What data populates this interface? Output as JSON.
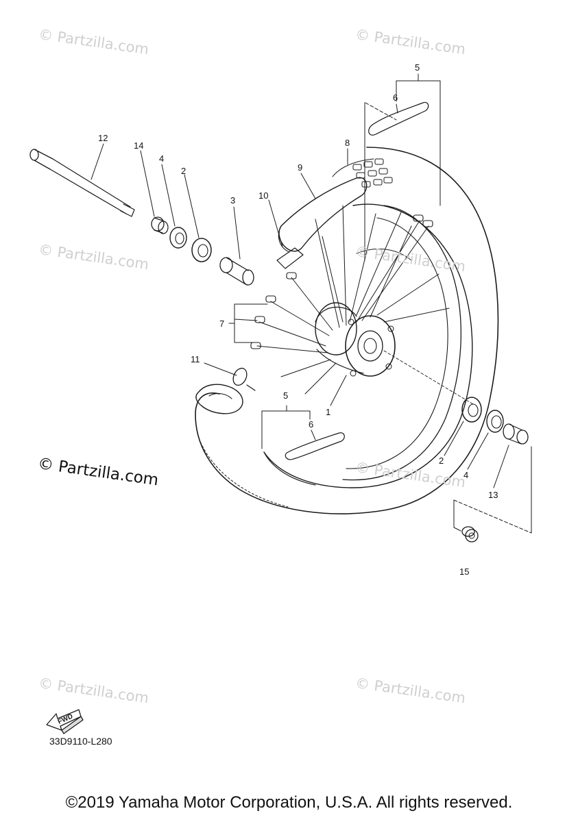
{
  "watermark_text": "© Partzilla.com",
  "credit_text": "© Partzilla.com",
  "diagram_code": "33D9110-L280",
  "copyright": "©2019 Yamaha Motor Corporation, U.S.A. All rights reserved.",
  "fwd_label": "FWD",
  "callouts": {
    "c1": "1",
    "c2a": "2",
    "c2b": "2",
    "c3": "3",
    "c4a": "4",
    "c4b": "4",
    "c5a": "5",
    "c5b": "5",
    "c6a": "6",
    "c6b": "6",
    "c7": "7",
    "c8": "8",
    "c9": "9",
    "c10": "10",
    "c11": "11",
    "c12": "12",
    "c13": "13",
    "c14": "14",
    "c15": "15"
  }
}
